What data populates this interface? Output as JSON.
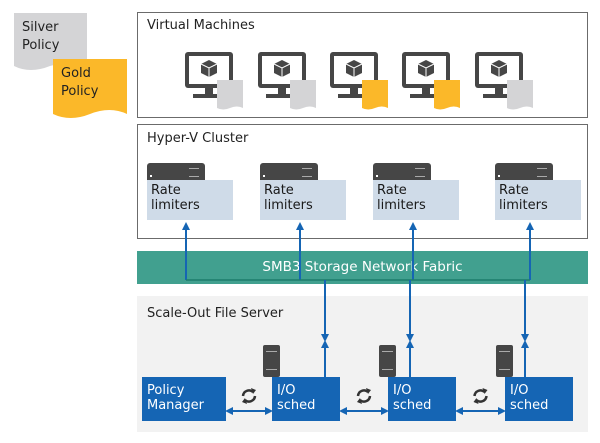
{
  "policies": {
    "silver": {
      "label_line1": "Silver",
      "label_line2": "Policy",
      "color": "#d4d4d6"
    },
    "gold": {
      "label_line1": "Gold",
      "label_line2": "Policy",
      "color": "#fbb829"
    }
  },
  "virtual_machines": {
    "title": "Virtual Machines",
    "vms": [
      {
        "policy": "silver"
      },
      {
        "policy": "silver"
      },
      {
        "policy": "gold"
      },
      {
        "policy": "gold"
      },
      {
        "policy": "silver"
      }
    ]
  },
  "hyperv_cluster": {
    "title": "Hyper-V Cluster",
    "nodes": [
      {
        "line1": "Rate",
        "line2": "limiters"
      },
      {
        "line1": "Rate",
        "line2": "limiters"
      },
      {
        "line1": "Rate",
        "line2": "limiters"
      },
      {
        "line1": "Rate",
        "line2": "limiters"
      }
    ]
  },
  "fabric": {
    "label": "SMB3 Storage Network Fabric",
    "color": "#41a08f"
  },
  "sofs": {
    "title": "Scale-Out File Server",
    "policy_manager": {
      "line1": "Policy",
      "line2": "Manager"
    },
    "schedulers": [
      {
        "line1": "I/O",
        "line2": "sched"
      },
      {
        "line1": "I/O",
        "line2": "sched"
      },
      {
        "line1": "I/O",
        "line2": "sched"
      }
    ]
  },
  "colors": {
    "accent_blue": "#1565b4",
    "rate_limiter": "#cfdbe8",
    "server_dark": "#464646"
  }
}
